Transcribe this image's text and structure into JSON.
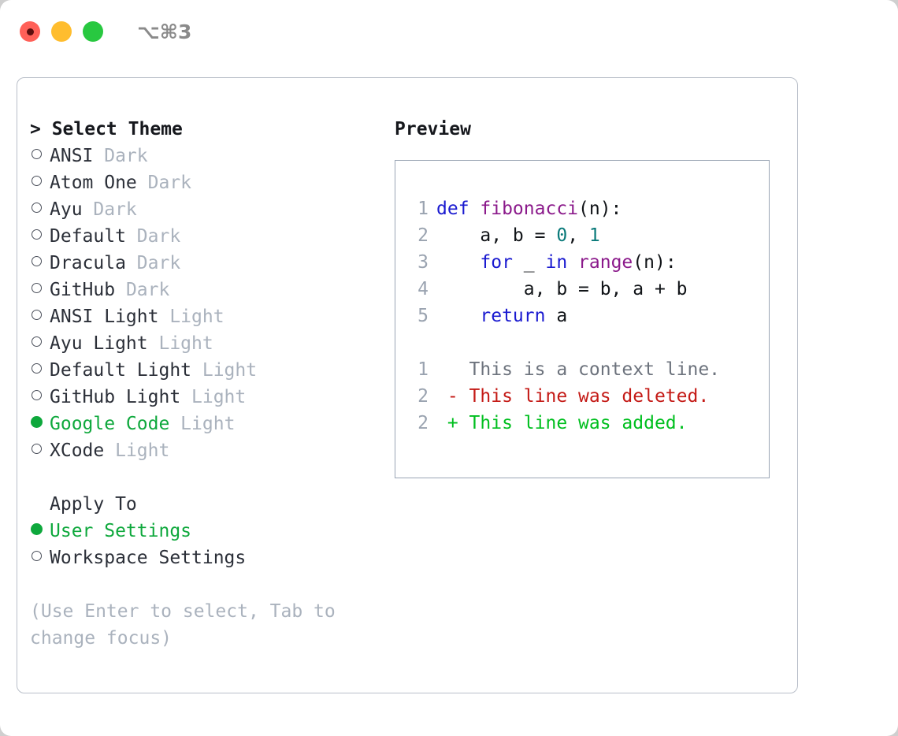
{
  "window": {
    "shortcut_label": "⌥⌘3",
    "traffic_lights": [
      {
        "name": "close-button",
        "color": "#ff6058",
        "recording": true
      },
      {
        "name": "minimize-button",
        "color": "#ffbd2e",
        "recording": false
      },
      {
        "name": "maximize-button",
        "color": "#28c840",
        "recording": false
      }
    ]
  },
  "theme_list": {
    "header": "> Select Theme",
    "selected_index": 10,
    "items": [
      {
        "name": "ANSI",
        "kind": "Dark",
        "selected": false
      },
      {
        "name": "Atom One",
        "kind": "Dark",
        "selected": false
      },
      {
        "name": "Ayu",
        "kind": "Dark",
        "selected": false
      },
      {
        "name": "Default",
        "kind": "Dark",
        "selected": false
      },
      {
        "name": "Dracula",
        "kind": "Dark",
        "selected": false
      },
      {
        "name": "GitHub",
        "kind": "Dark",
        "selected": false
      },
      {
        "name": "ANSI Light",
        "kind": "Light",
        "selected": false
      },
      {
        "name": "Ayu Light",
        "kind": "Light",
        "selected": false
      },
      {
        "name": "Default Light",
        "kind": "Light",
        "selected": false
      },
      {
        "name": "GitHub Light",
        "kind": "Light",
        "selected": false
      },
      {
        "name": "Google Code",
        "kind": "Light",
        "selected": true
      },
      {
        "name": "XCode",
        "kind": "Light",
        "selected": false
      }
    ]
  },
  "apply_to": {
    "header": "Apply To",
    "options": [
      {
        "name": "User Settings",
        "selected": true
      },
      {
        "name": "Workspace Settings",
        "selected": false
      }
    ]
  },
  "hint": "(Use Enter to select, Tab to change focus)",
  "preview": {
    "title": "Preview",
    "code_lines": [
      {
        "num": "1",
        "tokens": [
          {
            "t": "def ",
            "c": "kw"
          },
          {
            "t": "fibonacci",
            "c": "fn"
          },
          {
            "t": "(n):",
            "c": "txt"
          }
        ]
      },
      {
        "num": "2",
        "tokens": [
          {
            "t": "    a, b = ",
            "c": "txt"
          },
          {
            "t": "0",
            "c": "num"
          },
          {
            "t": ", ",
            "c": "txt"
          },
          {
            "t": "1",
            "c": "num"
          }
        ]
      },
      {
        "num": "3",
        "tokens": [
          {
            "t": "    ",
            "c": "txt"
          },
          {
            "t": "for",
            "c": "kw"
          },
          {
            "t": " _ ",
            "c": "txt"
          },
          {
            "t": "in",
            "c": "kw"
          },
          {
            "t": " ",
            "c": "txt"
          },
          {
            "t": "range",
            "c": "fn"
          },
          {
            "t": "(n):",
            "c": "txt"
          }
        ]
      },
      {
        "num": "4",
        "tokens": [
          {
            "t": "        a, b = b, a + b",
            "c": "txt"
          }
        ]
      },
      {
        "num": "5",
        "tokens": [
          {
            "t": "    ",
            "c": "txt"
          },
          {
            "t": "return",
            "c": "kw"
          },
          {
            "t": " a",
            "c": "txt"
          }
        ]
      }
    ],
    "diff_lines": [
      {
        "num": "1",
        "tokens": [
          {
            "t": "   This is a context line.",
            "c": "ctx"
          }
        ]
      },
      {
        "num": "2",
        "tokens": [
          {
            "t": " - This line was deleted.",
            "c": "del"
          }
        ]
      },
      {
        "num": "2",
        "tokens": [
          {
            "t": " + This line was added.",
            "c": "add"
          }
        ]
      }
    ]
  },
  "colors": {
    "accent_green": "#0ea83c",
    "keyword_blue": "#1a1ad0",
    "function_purple": "#8b1a8b",
    "number_teal": "#0a7a7a",
    "diff_deleted": "#c41a16",
    "diff_added": "#00bf1f",
    "muted_gray": "#aab2bd",
    "border_gray": "#b9bfc9"
  }
}
